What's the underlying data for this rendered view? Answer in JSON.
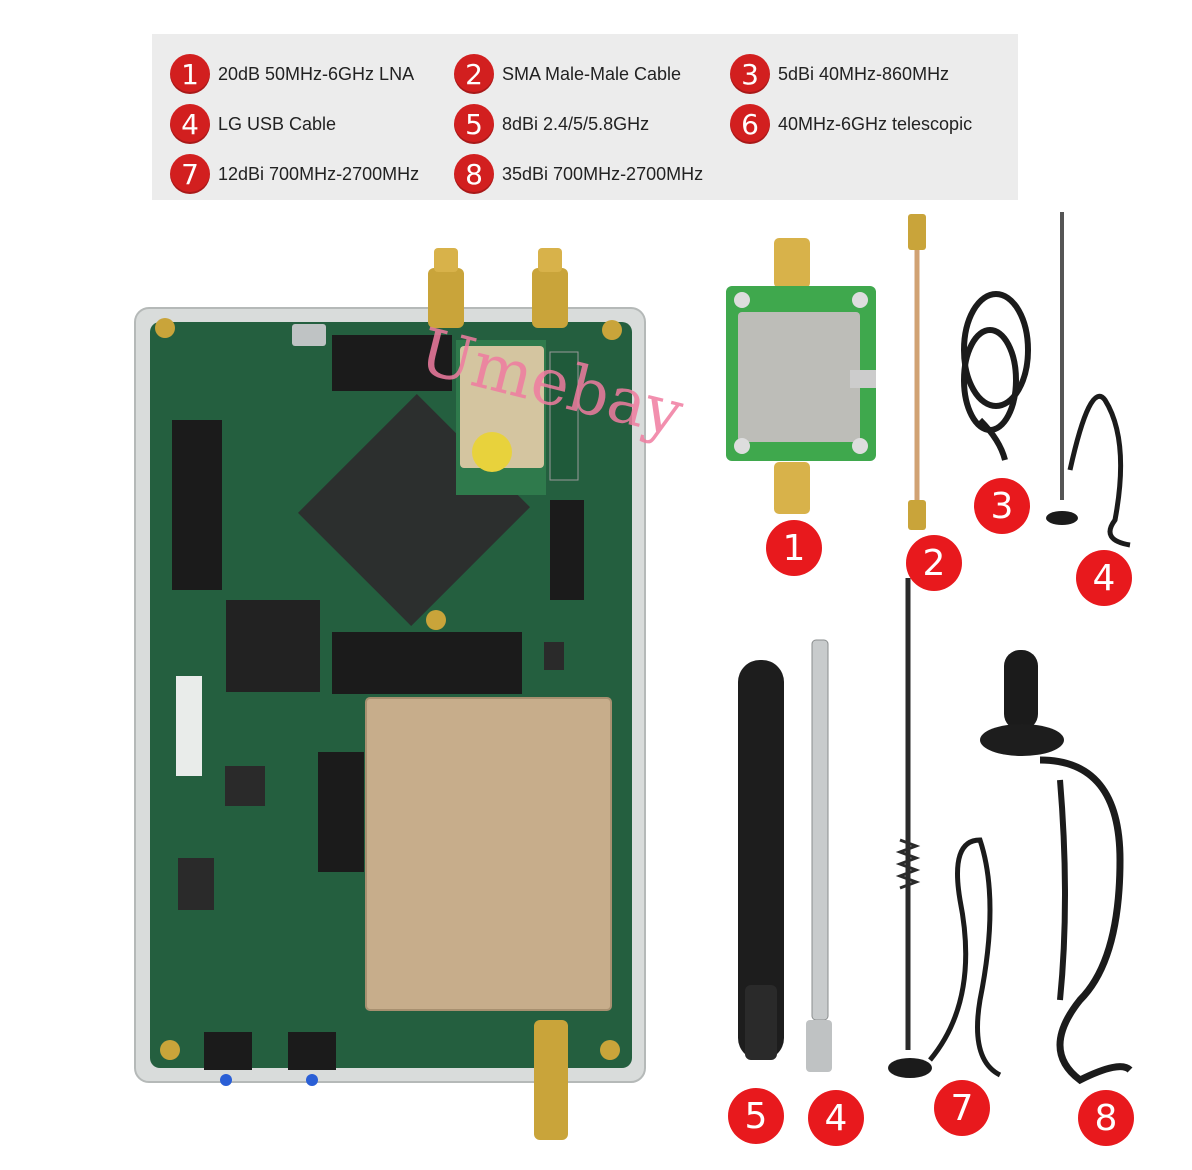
{
  "legend": {
    "items": [
      {
        "num": "1",
        "text": "20dB 50MHz-6GHz LNA"
      },
      {
        "num": "2",
        "text": "SMA Male-Male Cable"
      },
      {
        "num": "3",
        "text": "5dBi 40MHz-860MHz"
      },
      {
        "num": "4",
        "text": "LG USB Cable"
      },
      {
        "num": "5",
        "text": "8dBi 2.4/5/5.8GHz"
      },
      {
        "num": "6",
        "text": "40MHz-6GHz telescopic"
      },
      {
        "num": "7",
        "text": "12dBi 700MHz-2700MHz"
      },
      {
        "num": "8",
        "text": "35dBi 700MHz-2700MHz"
      }
    ]
  },
  "watermark": "Umebay",
  "product_labels": {
    "lna": "1",
    "cable": "2",
    "usb_coil": "3",
    "small_antenna": "4",
    "dual_band": "5",
    "telescopic": "4",
    "whip_12dbi": "7",
    "mag_35dbi": "8"
  },
  "colors": {
    "badge_red": "#e8191d",
    "legend_bg": "#ececec",
    "pcb_green": "#1f5a3a",
    "shield": "#c9b08c",
    "watermark": "#f07ca0"
  }
}
